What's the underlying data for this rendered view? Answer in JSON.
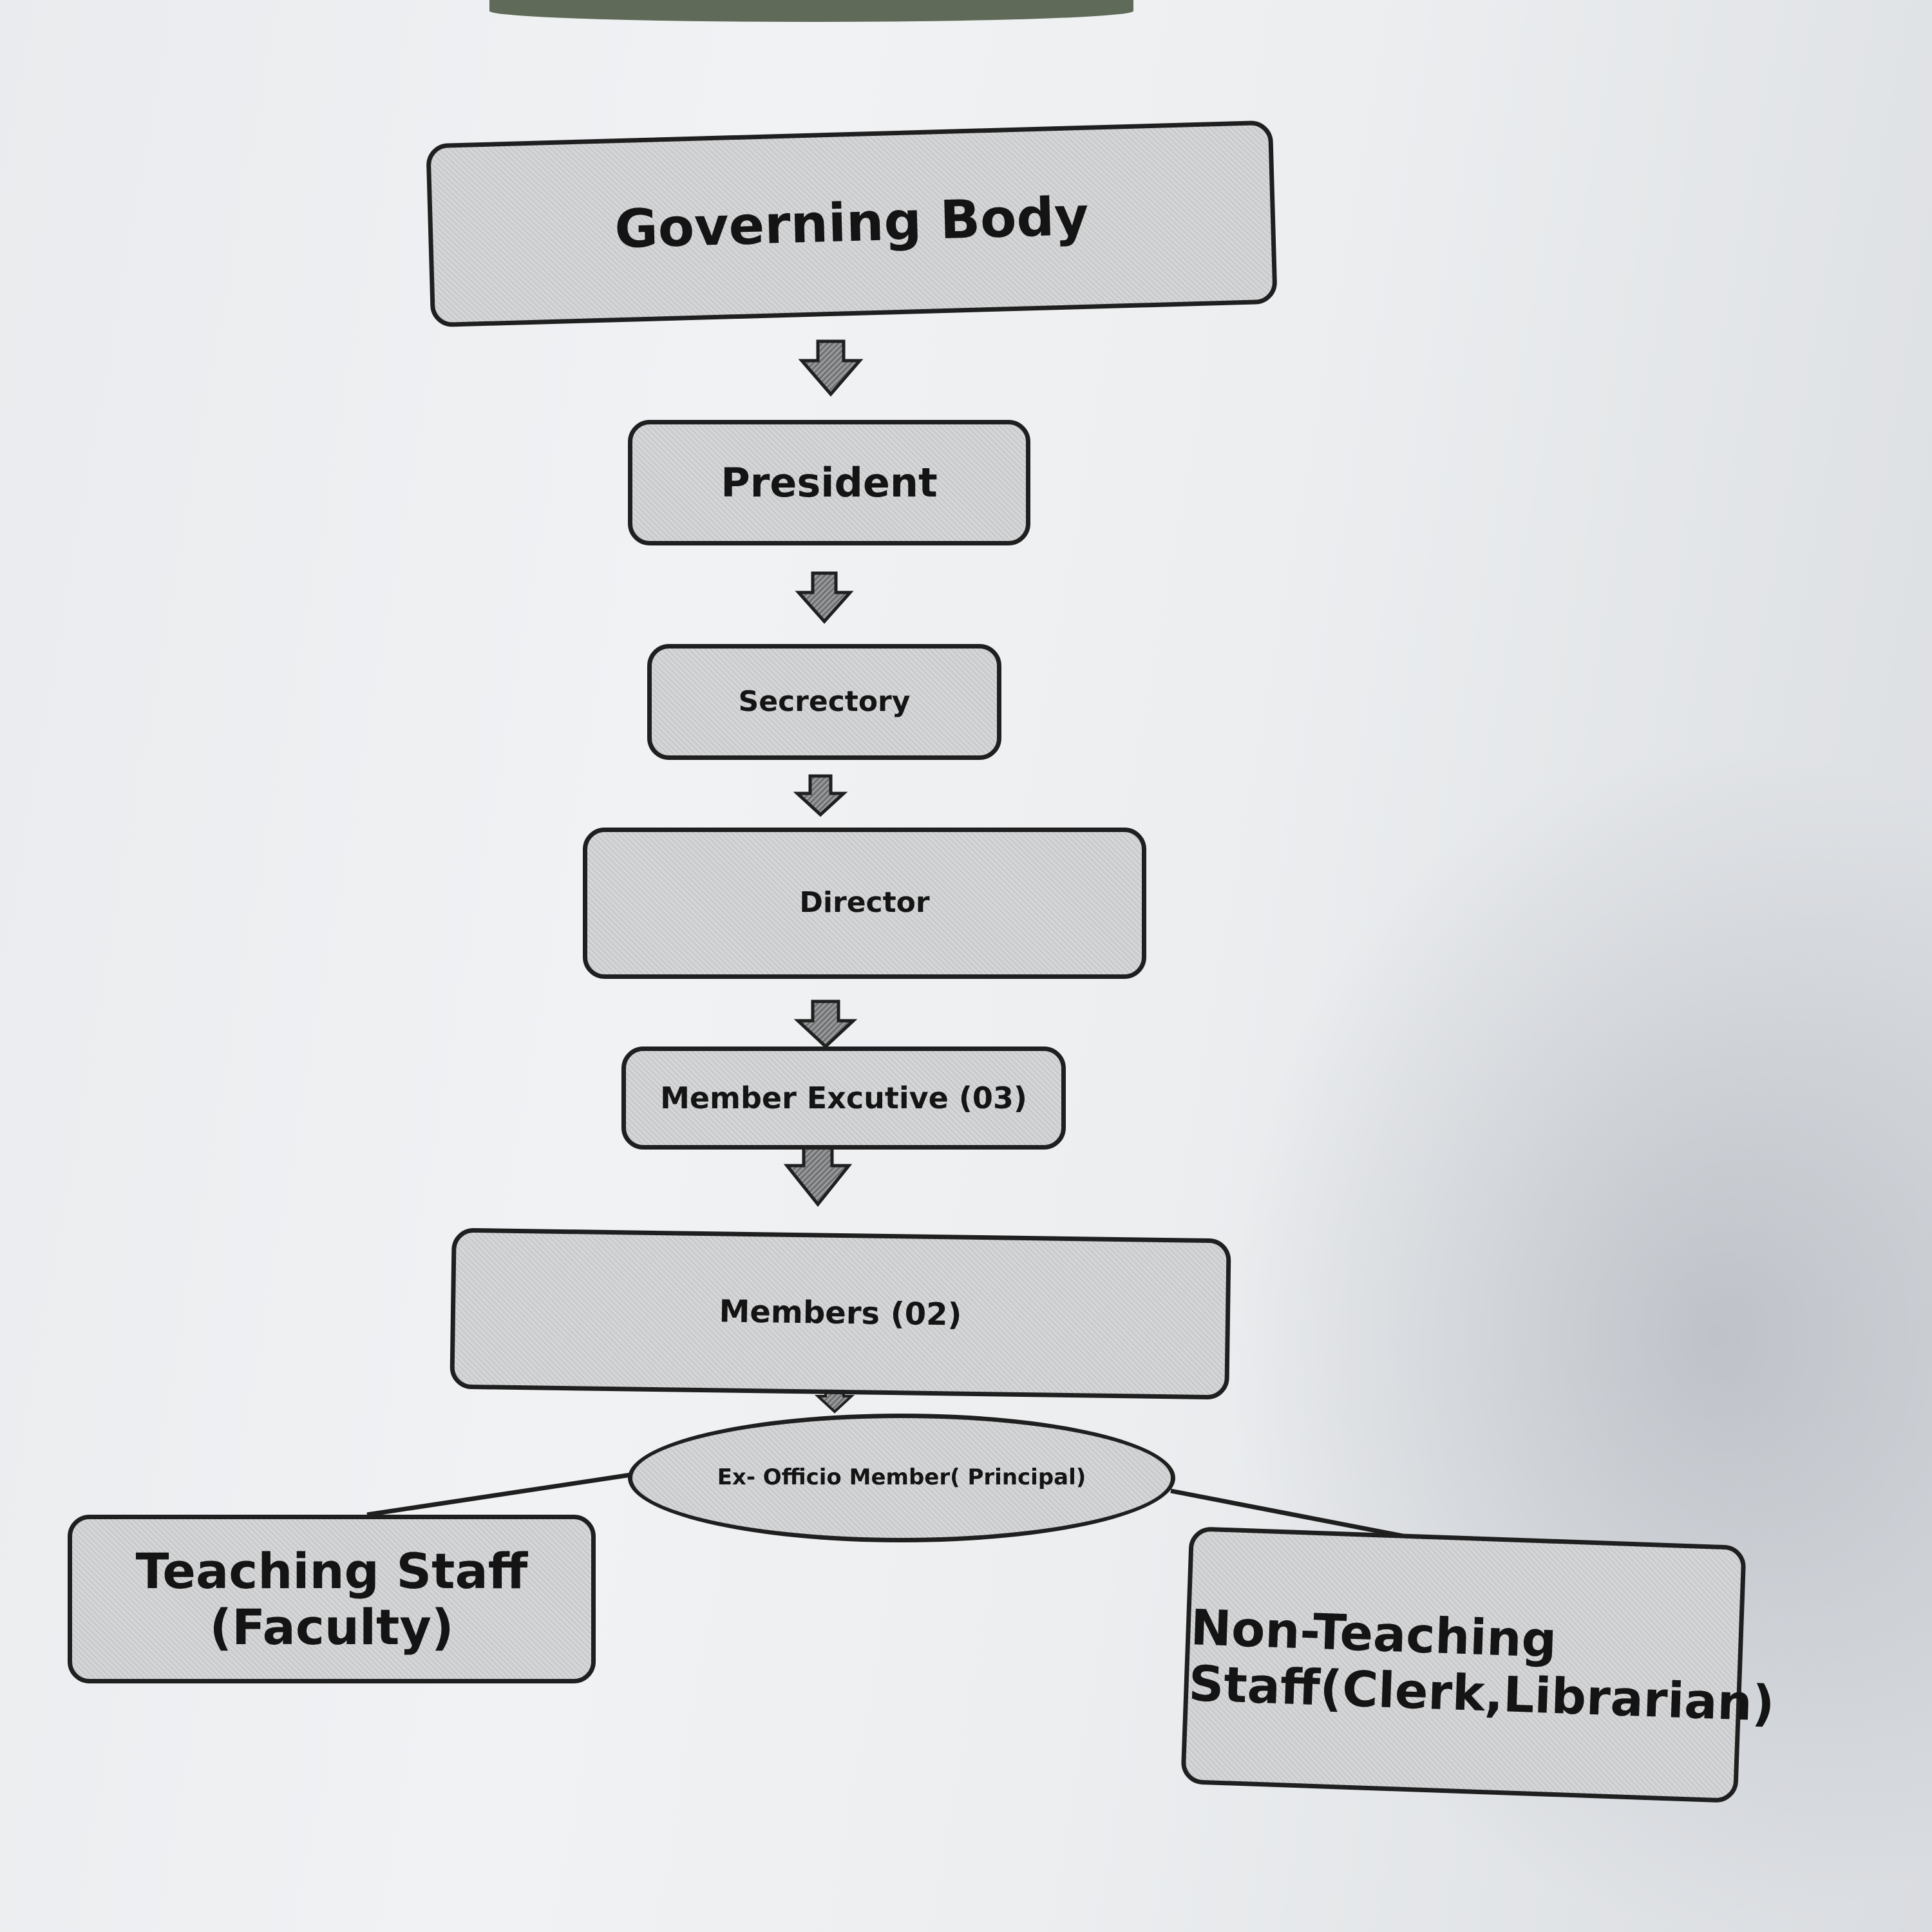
{
  "nodes": {
    "governing_body": "Governing Body",
    "president": "President",
    "secretary": "Secrectory",
    "director": "Director",
    "member_executive": "Member Excutive (03)",
    "members": "Members (02)",
    "ex_officio": "Ex- Officio Member( Principal)",
    "teaching_staff_line1": "Teaching Staff",
    "teaching_staff_line2": "(Faculty)",
    "non_teaching_line1": "Non-Teaching",
    "non_teaching_line2": "Staff(Clerk,Librarian)"
  },
  "colors": {
    "box_fill": "#cfd0d2",
    "border": "#1f1f1f",
    "text": "#141414"
  }
}
